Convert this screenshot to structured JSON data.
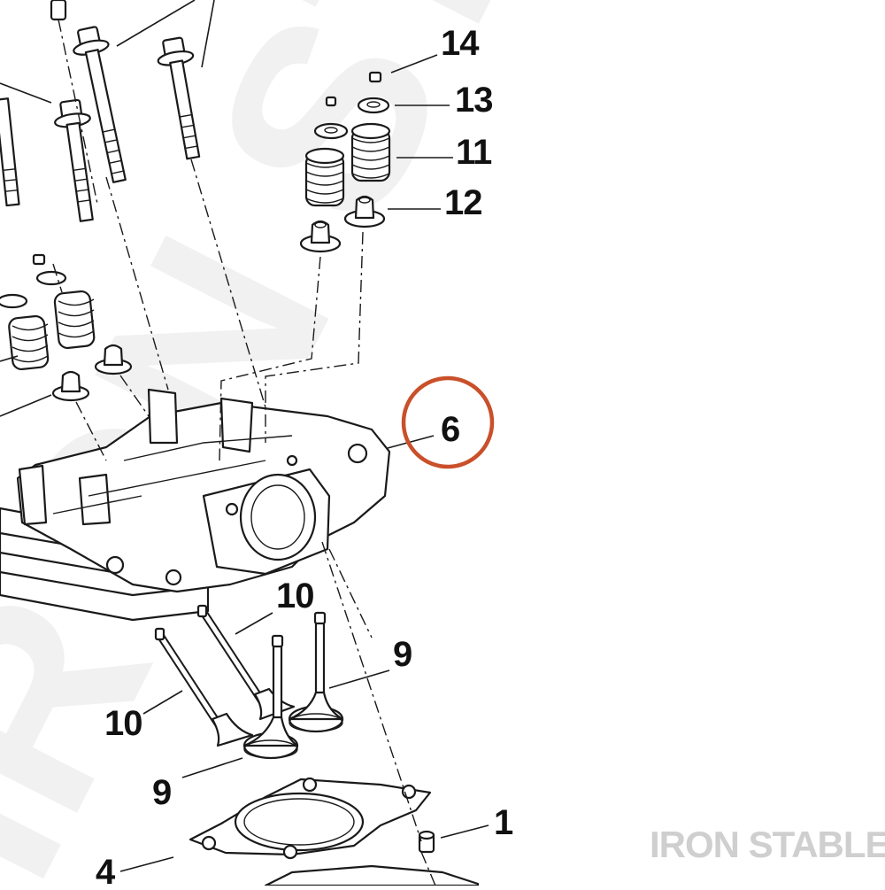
{
  "watermark": {
    "text": "IRON STABLE"
  },
  "callouts": [
    {
      "id": "c14",
      "label": "14"
    },
    {
      "id": "c13",
      "label": "13"
    },
    {
      "id": "c11",
      "label": "11"
    },
    {
      "id": "c12",
      "label": "12"
    },
    {
      "id": "c6",
      "label": "6"
    },
    {
      "id": "c10a",
      "label": "10"
    },
    {
      "id": "c10b",
      "label": "10"
    },
    {
      "id": "c9a",
      "label": "9"
    },
    {
      "id": "c9b",
      "label": "9"
    },
    {
      "id": "c1",
      "label": "1"
    },
    {
      "id": "c4",
      "label": "4"
    }
  ],
  "highlight": {
    "target": "6",
    "color": "#c9502a"
  },
  "brand": {
    "text": "IRON STABLE"
  }
}
